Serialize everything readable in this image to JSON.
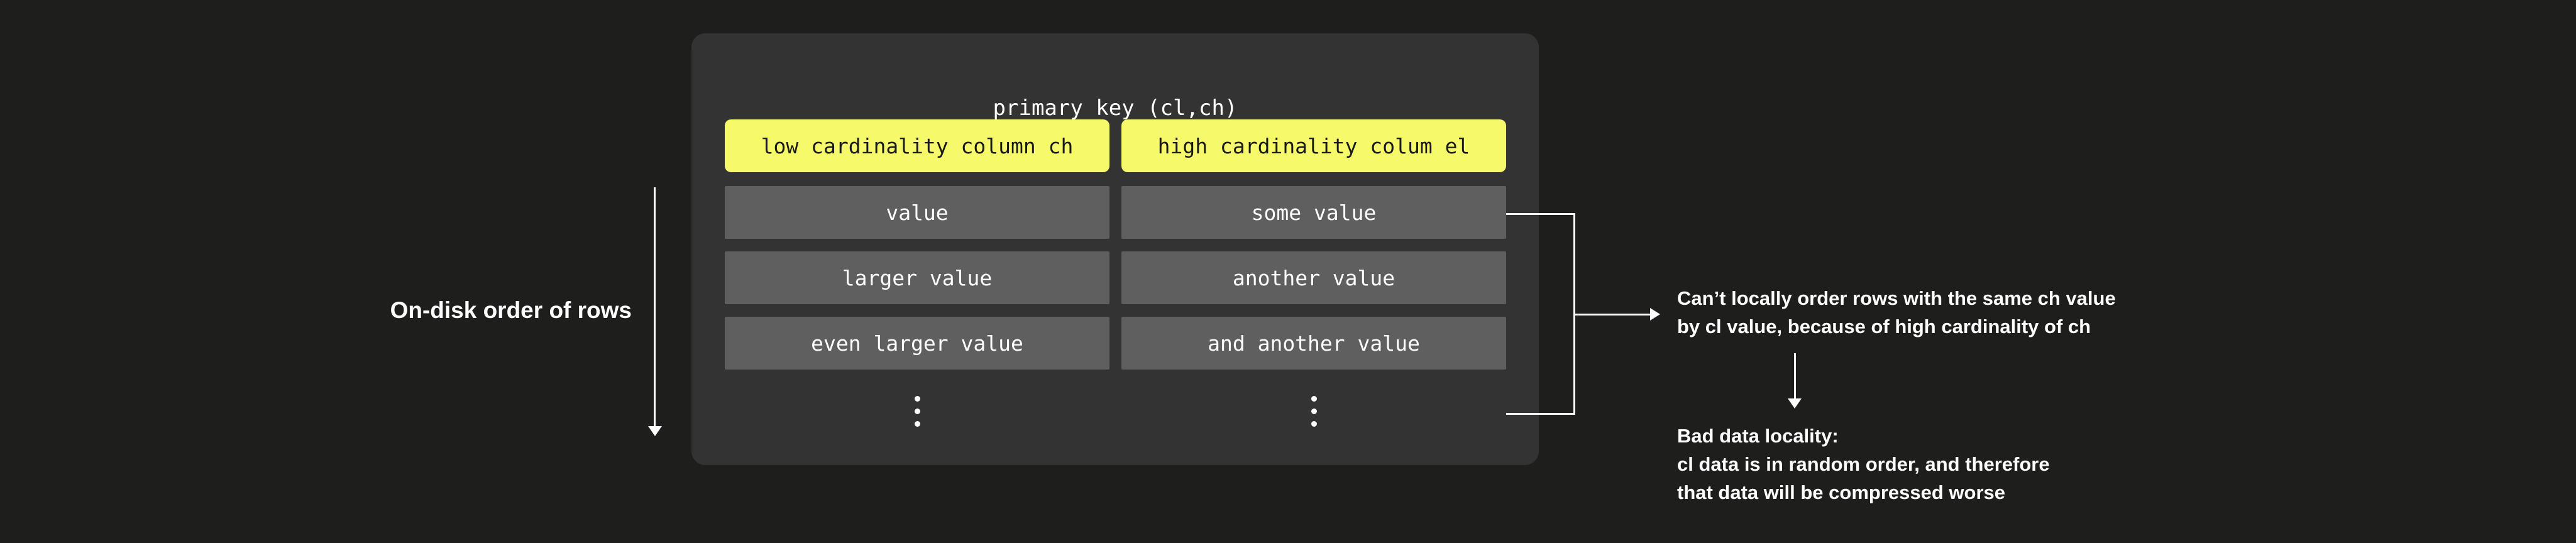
{
  "colors": {
    "background": "#1E1E1C",
    "panel": "#333333",
    "row_box": "#5F5F5F",
    "header_box": "#F6F96A",
    "text_light": "#FFFFFF",
    "text_dark": "#1A1A1A"
  },
  "panel": {
    "title": "primary key (cl,ch)",
    "columns": [
      {
        "header": "low cardinality column ch"
      },
      {
        "header": "high cardinality colum el"
      }
    ],
    "rows": [
      {
        "left": "value",
        "right": "some value"
      },
      {
        "left": "larger value",
        "right": "another value"
      },
      {
        "left": "even larger value",
        "right": "and another value"
      }
    ]
  },
  "left_annotation": {
    "label": "On-disk order of rows"
  },
  "right_annotations": {
    "order_note": {
      "lines": [
        "Can’t locally order rows with the same ch value",
        "by cl value, because of high cardinality of ch"
      ]
    },
    "locality_note": {
      "lines": [
        "Bad data locality:",
        "cl data is in random order, and therefore",
        "that data will be compressed worse"
      ]
    }
  }
}
